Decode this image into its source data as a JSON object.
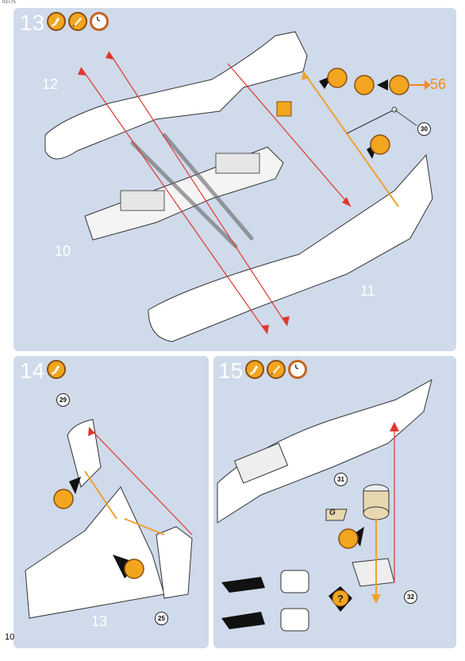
{
  "header": {
    "code": "03775"
  },
  "page_number": "10",
  "steps": [
    {
      "number": "13",
      "icons": [
        "glue-icon",
        "paint-brush-icon",
        "clock-icon"
      ],
      "labels": {
        "part_a": "12",
        "part_b": "10",
        "part_c": "11"
      },
      "callouts": [
        "30"
      ],
      "reference": "56"
    },
    {
      "number": "14",
      "icons": [
        "glue-icon"
      ],
      "labels": {
        "part_a": "13"
      },
      "callouts": [
        "29",
        "25"
      ]
    },
    {
      "number": "15",
      "icons": [
        "glue-icon",
        "paint-brush-icon",
        "clock-icon"
      ],
      "callouts": [
        "31",
        "32"
      ],
      "decal": "G"
    }
  ],
  "colors": {
    "panel": "#cfdaeb",
    "accent_orange": "#f08a1c",
    "arrow_red": "#e0372e",
    "arrow_orange": "#f0a030"
  }
}
